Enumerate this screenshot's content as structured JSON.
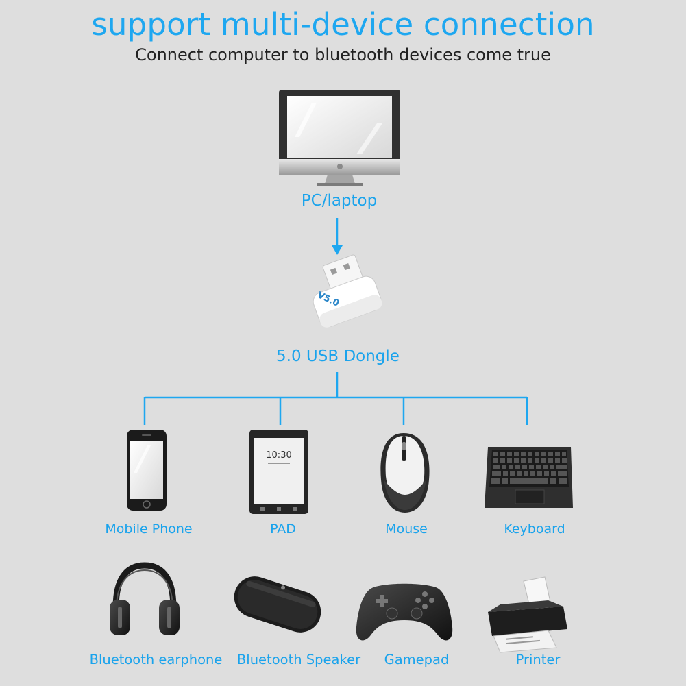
{
  "header": {
    "title": "support multi-device connection",
    "subtitle": "Connect computer to bluetooth devices come true"
  },
  "hub": {
    "source_label": "PC/laptop",
    "dongle_label": "5.0 USB Dongle",
    "dongle_marking": "V5.0"
  },
  "devices_row1": [
    {
      "label": "Mobile Phone",
      "icon": "mobile-phone-icon"
    },
    {
      "label": "PAD",
      "icon": "tablet-icon",
      "screen_time": "10:30"
    },
    {
      "label": "Mouse",
      "icon": "mouse-icon"
    },
    {
      "label": "Keyboard",
      "icon": "keyboard-icon"
    }
  ],
  "devices_row2": [
    {
      "label": "Bluetooth earphone",
      "icon": "headphones-icon"
    },
    {
      "label": "Bluetooth Speaker",
      "icon": "speaker-icon"
    },
    {
      "label": "Gamepad",
      "icon": "gamepad-icon"
    },
    {
      "label": "Printer",
      "icon": "printer-icon"
    }
  ],
  "colors": {
    "accent": "#1ea7f0",
    "background": "#dedede",
    "text": "#222222"
  }
}
